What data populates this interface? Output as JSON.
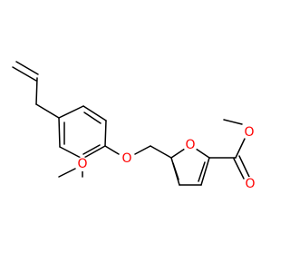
{
  "molecule": {
    "atoms": {
      "ring_oxygen": "O",
      "ether_oxygen": "O",
      "methoxy_oxygen": "O",
      "carbonyl_oxygen": "O",
      "ester_oxygen": "O"
    },
    "colors": {
      "bond": "#000000",
      "heteroatom": "#ff0000",
      "background": "#ffffff"
    }
  }
}
